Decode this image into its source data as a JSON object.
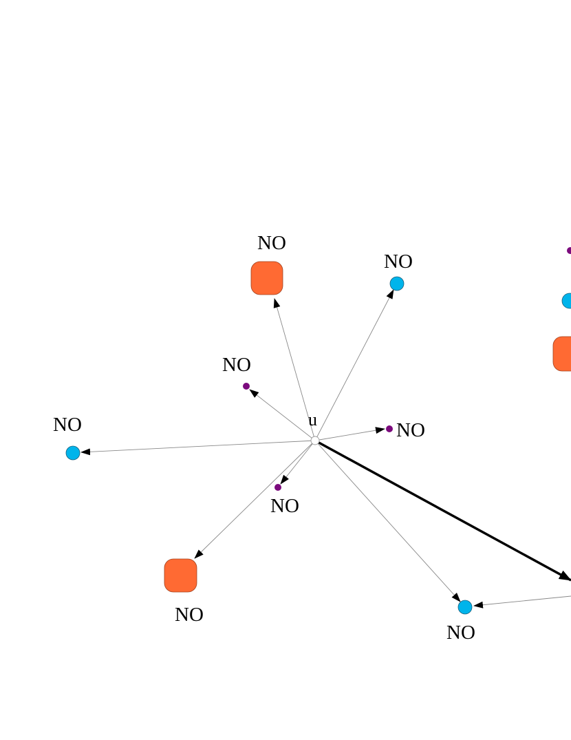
{
  "graph": {
    "center_node": {
      "label": "u",
      "color": "#ffffff"
    },
    "node_colors": {
      "orange": "#ff6a33",
      "cyan": "#00b4eb",
      "purple": "#7b0a7d"
    },
    "nodes": [
      {
        "label": "NO",
        "shape": "rounded-square",
        "color": "#ff6a33"
      },
      {
        "label": "NO",
        "shape": "circle",
        "color": "#00b4eb"
      },
      {
        "label": "NO",
        "shape": "dot",
        "color": "#7b0a7d"
      },
      {
        "label": "NO",
        "shape": "circle",
        "color": "#00b4eb"
      },
      {
        "label": "NO",
        "shape": "dot",
        "color": "#7b0a7d"
      },
      {
        "label": "NO",
        "shape": "dot",
        "color": "#7b0a7d"
      },
      {
        "label": "NO",
        "shape": "rounded-square",
        "color": "#ff6a33"
      },
      {
        "label": "NO",
        "shape": "circle",
        "color": "#00b4eb"
      }
    ],
    "edge_style": {
      "thin_color": "#888888",
      "thick_color": "#000000"
    }
  }
}
